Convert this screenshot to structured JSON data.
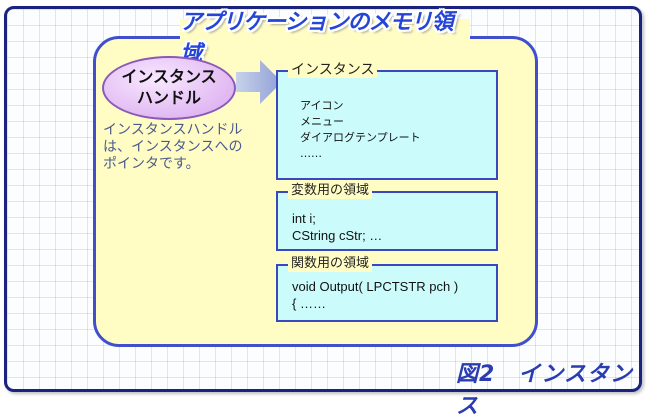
{
  "title": "アプリケーションのメモリ領域",
  "handle": {
    "line1": "インスタンス",
    "line2": "ハンドル"
  },
  "description": [
    "インスタンスハンドル",
    "は、インスタンスへの",
    "ポインタです。"
  ],
  "instance_box": {
    "title": "インスタンス",
    "items": [
      "アイコン",
      "メニュー",
      "ダイアログテンプレート",
      "……"
    ]
  },
  "variable_box": {
    "title": "変数用の領域",
    "lines": [
      "int i;",
      "CString cStr; …"
    ]
  },
  "function_box": {
    "title": "関数用の領域",
    "lines": [
      "void Output( LPCTSTR pch )",
      "{ ……"
    ]
  },
  "caption": "図2　インスタンス",
  "colors": {
    "region_fill": "#fffdc4",
    "region_border": "#4050cc",
    "box_fill": "#ccfbfb",
    "title_text": "#2545d8",
    "handle_fill": "#e6c3f5"
  }
}
